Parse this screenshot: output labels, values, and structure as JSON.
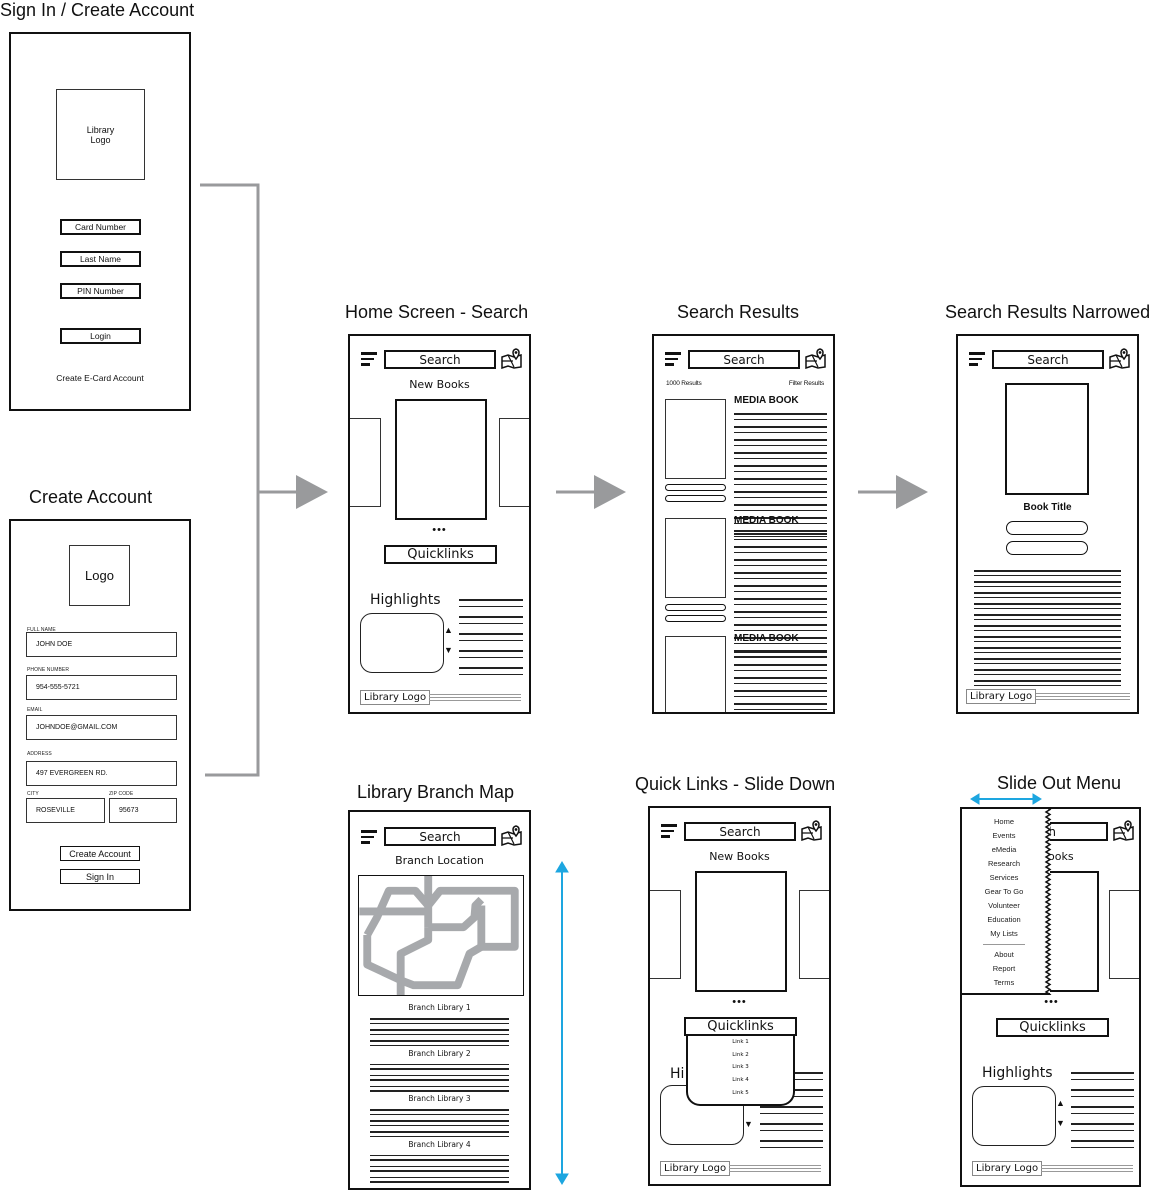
{
  "colors": {
    "arrow_gray": "#999a9c",
    "accent_blue": "#1da6e0",
    "map_road": "#a7a9ac",
    "ink": "#111111"
  },
  "screens": {
    "sign_in": {
      "title": "Sign In / Create Account",
      "logo": [
        "Library",
        "Logo"
      ],
      "fields": [
        "Card Number",
        "Last Name",
        "PIN Number"
      ],
      "login_label": "Login",
      "create_link": "Create E-Card Account"
    },
    "create_account": {
      "title": "Create Account",
      "logo": "Logo",
      "fields": [
        {
          "label": "FULL NAME",
          "value": "JOHN DOE"
        },
        {
          "label": "PHONE NUMBER",
          "value": "954-555-5721"
        },
        {
          "label": "EMAIL",
          "value": "JOHNDOE@GMAIL.COM"
        },
        {
          "label": "ADDRESS",
          "value": "497 EVERGREEN RD."
        },
        {
          "label": "CITY",
          "value": "ROSEVILLE"
        },
        {
          "label": "ZIP CODE",
          "value": "95673"
        }
      ],
      "create_button": "Create Account",
      "sign_in_button": "Sign In"
    },
    "home": {
      "title": "Home Screen - Search",
      "search": "Search",
      "new_books": "New Books",
      "dots": "•••",
      "quicklinks": "Quicklinks",
      "highlights": "Highlights",
      "footer_logo": "Library Logo",
      "up": "▲",
      "down": "▼"
    },
    "results": {
      "title": "Search Results",
      "search": "Search",
      "count": "1000 Results",
      "filter": "Filter Results",
      "items": [
        "MEDIA BOOK",
        "MEDIA BOOK",
        "MEDIA BOOK"
      ]
    },
    "narrowed": {
      "title": "Search Results Narrowed",
      "search": "Search",
      "book_title": "Book Title",
      "footer_logo": "Library Logo"
    },
    "branch_map": {
      "title": "Library Branch Map",
      "search": "Search",
      "heading": "Branch Location",
      "branches": [
        "Branch Library 1",
        "Branch Library 2",
        "Branch Library 3",
        "Branch Library 4"
      ]
    },
    "quicklinks_slide": {
      "title": "Quick Links - Slide Down",
      "search": "Search",
      "new_books": "New Books",
      "dots": "•••",
      "quicklinks": "Quicklinks",
      "highlights_partial": "Hi",
      "links": [
        "Link 1",
        "Link 2",
        "Link 3",
        "Link 4",
        "Link 5"
      ],
      "footer_logo": "Library Logo",
      "down": "▼"
    },
    "slide_menu": {
      "title": "Slide Out Menu",
      "search_partial": "rch",
      "new_books_partial": "ooks",
      "menu": [
        "Home",
        "Events",
        "eMedia",
        "Research",
        "Services",
        "Gear To Go",
        "Volunteer",
        "Education",
        "My Lists"
      ],
      "menu_secondary": [
        "About",
        "Report",
        "Terms"
      ],
      "dots": "•••",
      "quicklinks": "Quicklinks",
      "highlights": "Highlights",
      "footer_logo": "Library Logo",
      "up": "▲",
      "down": "▼"
    }
  }
}
